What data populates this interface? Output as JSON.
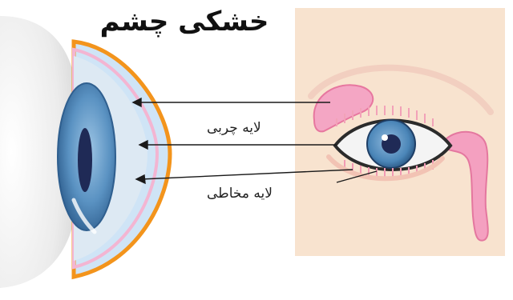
{
  "title": "خشکی چشم",
  "labels": {
    "lipid_layer": "لایه چربی",
    "mucin_layer": "لایه مخاطی"
  },
  "colors": {
    "skin_panel": "#f8e3cf",
    "cornea_outline": "#f3941c",
    "tear_film": "#cfe4f6",
    "lipid_band": "#f3b5d2",
    "sclera": "#ececec",
    "iris_outer": "#3f78a8",
    "iris_inner": "#7fb0d8",
    "pupil": "#1f2a56",
    "lacrimal_gland": "#f08bb4"
  }
}
